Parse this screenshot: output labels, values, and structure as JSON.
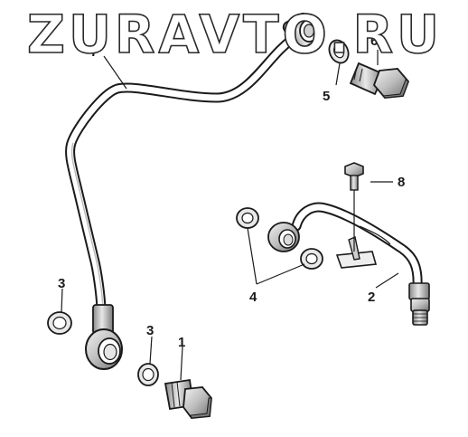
{
  "watermark": {
    "text": "ZURAVTO.RU"
  },
  "callouts": [
    {
      "id": "1",
      "label": "1"
    },
    {
      "id": "2",
      "label": "2"
    },
    {
      "id": "3a",
      "label": "3"
    },
    {
      "id": "3b",
      "label": "3"
    },
    {
      "id": "4",
      "label": "4"
    },
    {
      "id": "5",
      "label": "5"
    },
    {
      "id": "6",
      "label": "6"
    },
    {
      "id": "7",
      "label": "7"
    },
    {
      "id": "8",
      "label": "8"
    }
  ],
  "colors": {
    "line": "#1a1a1a",
    "shade": "#9a9a9a",
    "light": "#d9d9d9",
    "background": "#ffffff"
  }
}
